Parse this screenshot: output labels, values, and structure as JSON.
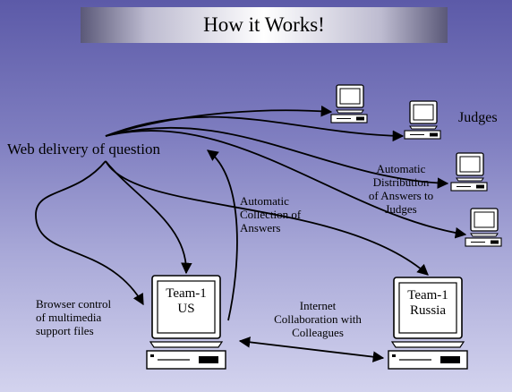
{
  "slide": {
    "title": "How it Works!",
    "labels": {
      "web_delivery": "Web delivery of question",
      "judges": "Judges",
      "auto_distribution": [
        "Automatic",
        "Distribution",
        "of Answers to",
        "Judges"
      ],
      "auto_collection": [
        "Automatic",
        "Collection of",
        "Answers"
      ],
      "browser_control": [
        "Browser control",
        "of multimedia",
        "support files"
      ],
      "internet_collab": [
        "Internet",
        "Collaboration with",
        "Colleagues"
      ]
    },
    "teams": {
      "us": [
        "Team-1",
        "US"
      ],
      "russia": [
        "Team-1",
        "Russia"
      ]
    }
  }
}
